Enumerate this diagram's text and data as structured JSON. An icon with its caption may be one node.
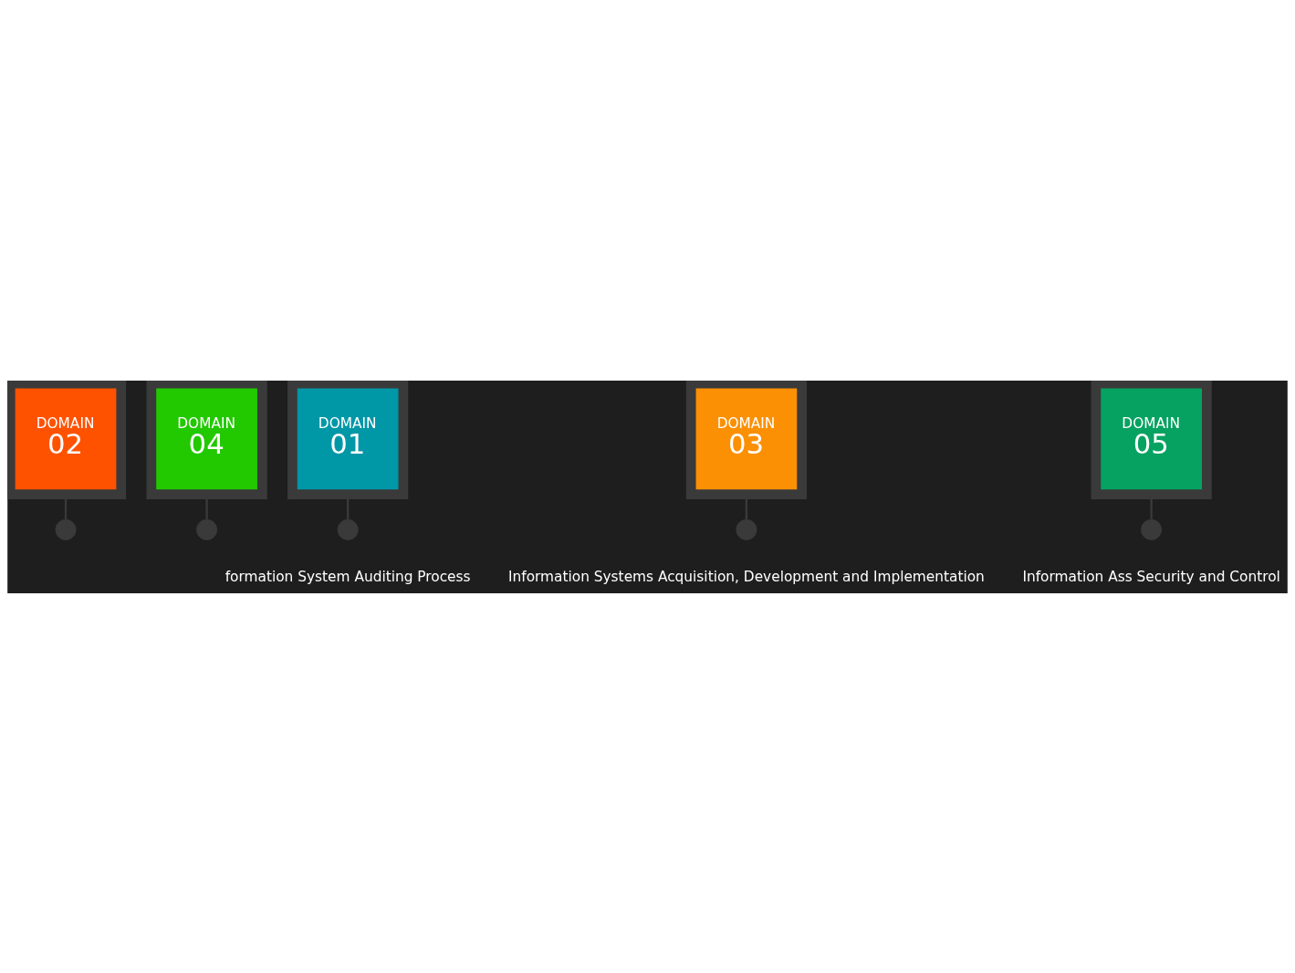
{
  "diagram": {
    "nodes": [
      {
        "text": [],
        "shape": "circle"
      },
      {
        "text": [],
        "shape": "circle"
      },
      {
        "text": [
          "DOMAIN",
          "01"
        ]
      },
      {
        "text": [
          "DOMAIN",
          "02"
        ]
      },
      {
        "text": [
          "DOMAIN",
          "03"
        ]
      },
      {
        "text": [
          "DOMAIN",
          "04"
        ]
      },
      {
        "text": [
          "DOMAIN",
          "05"
        ]
      },
      {
        "text": [],
        "shape": "circle",
        "beside": [
          "formation System Auditing Process"
        ]
      },
      {
        "text": [],
        "shape": "circle",
        "beside": [
          "Information Systems Acquisition, Development and Implementation"
        ]
      },
      {
        "text": [],
        "shape": "circle",
        "beside": [
          "Information Ass Security and Control"
        ]
      }
    ],
    "edges": [
      {
        "from": 3,
        "to": 0,
        "arrow": "none"
      },
      {
        "from": 5,
        "to": 1,
        "arrow": "none"
      },
      {
        "from": 2,
        "to": 7,
        "arrow": "none"
      },
      {
        "from": 4,
        "to": 8,
        "arrow": "none"
      },
      {
        "from": 6,
        "to": 9,
        "arrow": "none"
      }
    ]
  }
}
